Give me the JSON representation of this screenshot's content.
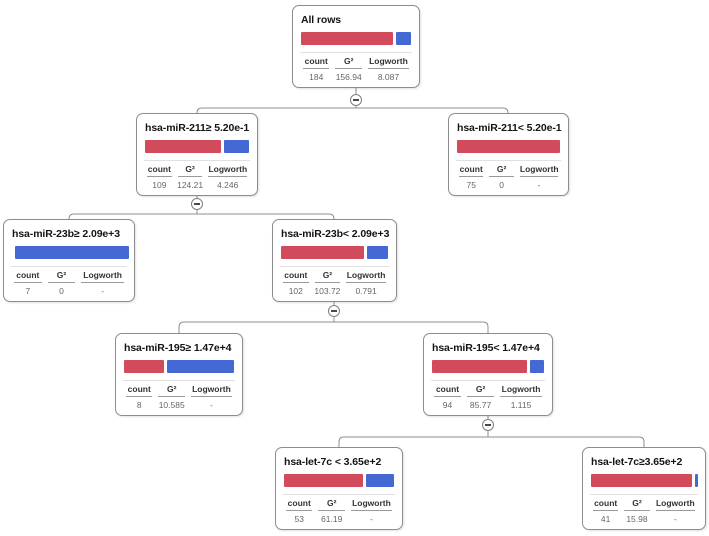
{
  "colors": {
    "red": "#d14b5c",
    "blue": "#4569d4",
    "connector": "#8f8f8f"
  },
  "table_headers": {
    "count": "count",
    "g2": "G²",
    "logworth": "Logworth"
  },
  "toggle_icon": "minus",
  "nodes": [
    {
      "title": "All rows",
      "count": "184",
      "g2": "156.94",
      "logworth": "8.087",
      "bar": {
        "red_pct": 84,
        "blue_pct": 13.5
      }
    },
    {
      "title": "hsa-miR-211≥ 5.20e-1",
      "count": "109",
      "g2": "124.21",
      "logworth": "4.246",
      "bar": {
        "red_pct": 73,
        "blue_pct": 24.5
      }
    },
    {
      "title": "hsa-miR-211< 5.20e-1",
      "count": "75",
      "g2": "0",
      "logworth": "-",
      "bar": {
        "red_pct": 100,
        "blue_pct": 0
      }
    },
    {
      "title": "hsa-miR-23b≥ 2.09e+3",
      "count": "7",
      "g2": "0",
      "logworth": "-",
      "bar": {
        "red_pct": 0,
        "blue_pct": 100
      }
    },
    {
      "title": "hsa-miR-23b< 2.09e+3",
      "count": "102",
      "g2": "103.72",
      "logworth": "0.791",
      "bar": {
        "red_pct": 78,
        "blue_pct": 19
      }
    },
    {
      "title": "hsa-miR-195≥ 1.47e+4",
      "count": "8",
      "g2": "10.585",
      "logworth": "-",
      "bar": {
        "red_pct": 36,
        "blue_pct": 61.5
      }
    },
    {
      "title": "hsa-miR-195< 1.47e+4",
      "count": "94",
      "g2": "85.77",
      "logworth": "1.115",
      "bar": {
        "red_pct": 84.5,
        "blue_pct": 13
      }
    },
    {
      "title": "hsa-let-7c < 3.65e+2",
      "count": "53",
      "g2": "61.19",
      "logworth": "-",
      "bar": {
        "red_pct": 72,
        "blue_pct": 25.5
      }
    },
    {
      "title": "hsa-let-7c≥3.65e+2",
      "count": "41",
      "g2": "15.98",
      "logworth": "-",
      "bar": {
        "red_pct": 95.5,
        "blue_pct": 2.5
      }
    }
  ]
}
